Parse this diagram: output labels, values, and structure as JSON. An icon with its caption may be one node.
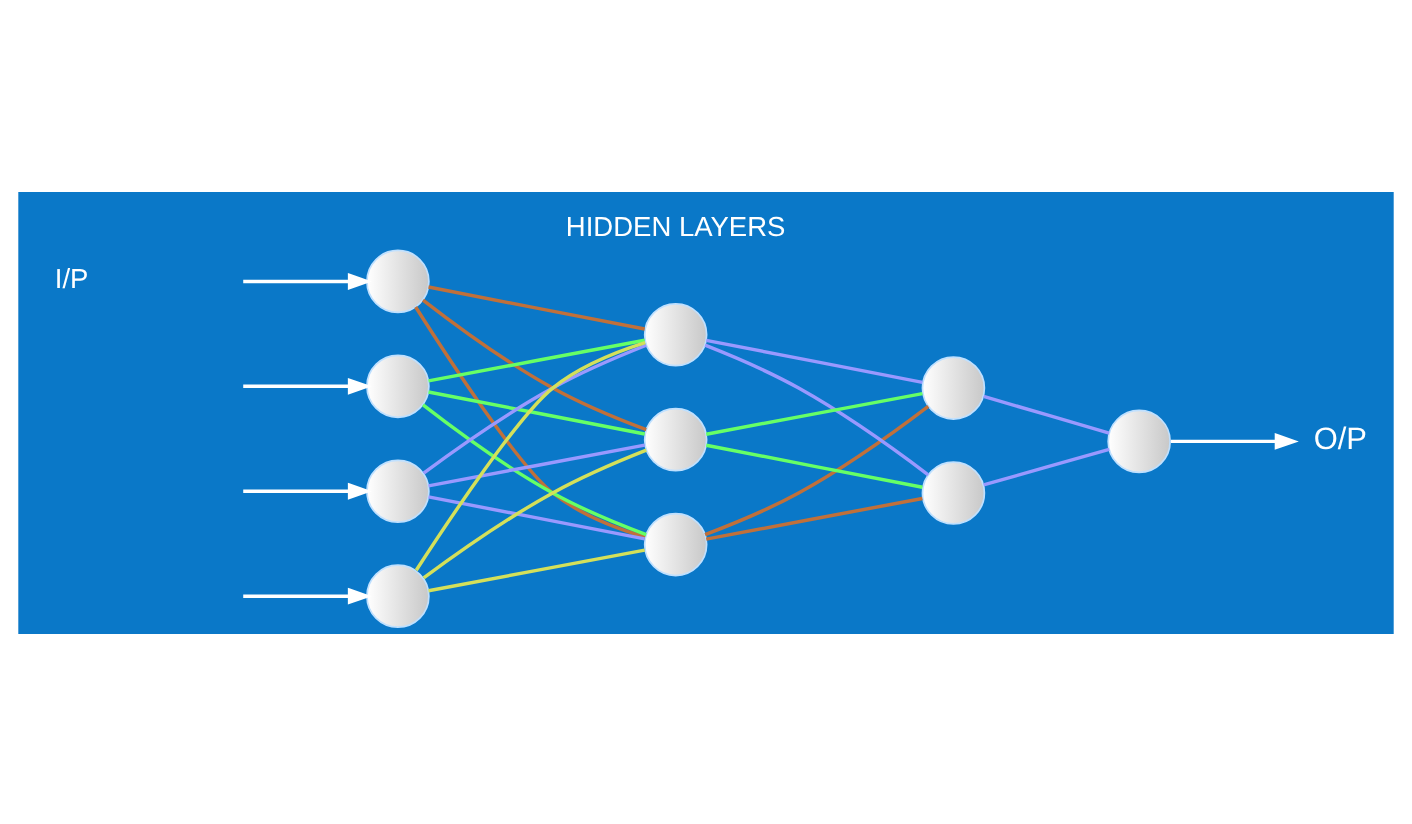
{
  "diagram": {
    "nodes": [
      {
        "text": [],
        "shape": "circle"
      },
      {
        "text": [],
        "shape": "circle"
      },
      {
        "text": [],
        "shape": "circle"
      },
      {
        "text": [],
        "shape": "circle"
      },
      {
        "text": [],
        "shape": "circle"
      },
      {
        "text": [],
        "shape": "circle"
      },
      {
        "text": [],
        "shape": "circle"
      },
      {
        "text": [],
        "shape": "circle"
      },
      {
        "text": [],
        "shape": "circle"
      },
      {
        "text": [],
        "shape": "circle"
      },
      {
        "text": [
          "O/P"
        ]
      }
    ],
    "edges": [
      {
        "from": null,
        "to": 0,
        "arrow": "to",
        "color": "#ffffff"
      },
      {
        "from": null,
        "to": 1,
        "arrow": "to",
        "color": "#ffffff"
      },
      {
        "from": null,
        "to": 2,
        "arrow": "to",
        "color": "#ffffff"
      },
      {
        "from": null,
        "to": 3,
        "arrow": "to",
        "color": "#ffffff"
      },
      {
        "from": 0,
        "to": 4,
        "arrow": "none",
        "color": "#c0703a"
      },
      {
        "from": 0,
        "to": 5,
        "arrow": "none",
        "color": "#c0703a"
      },
      {
        "from": 0,
        "to": 6,
        "arrow": "none",
        "color": "#c0703a"
      },
      {
        "from": 1,
        "to": 4,
        "arrow": "none",
        "color": "#66ff66"
      },
      {
        "from": 1,
        "to": 5,
        "arrow": "none",
        "color": "#66ff66"
      },
      {
        "from": 1,
        "to": 6,
        "arrow": "none",
        "color": "#66ff66"
      },
      {
        "from": 2,
        "to": 4,
        "arrow": "none",
        "color": "#9999ff"
      },
      {
        "from": 2,
        "to": 5,
        "arrow": "none",
        "color": "#9999ff"
      },
      {
        "from": 2,
        "to": 6,
        "arrow": "none",
        "color": "#9999ff"
      },
      {
        "from": 3,
        "to": 4,
        "arrow": "none",
        "color": "#d4e05a"
      },
      {
        "from": 3,
        "to": 5,
        "arrow": "none",
        "color": "#d4e05a"
      },
      {
        "from": 3,
        "to": 6,
        "arrow": "none",
        "color": "#d4e05a"
      },
      {
        "from": 4,
        "to": 7,
        "arrow": "none",
        "color": "#c0703a"
      },
      {
        "from": 4,
        "to": 8,
        "arrow": "none",
        "color": "#c0703a"
      },
      {
        "from": 5,
        "to": 7,
        "arrow": "none",
        "color": "#9999ff"
      },
      {
        "from": 5,
        "to": 8,
        "arrow": "none",
        "color": "#9999ff"
      },
      {
        "from": 6,
        "to": 7,
        "arrow": "none",
        "color": "#66ff66"
      },
      {
        "from": 6,
        "to": 8,
        "arrow": "none",
        "color": "#66ff66"
      },
      {
        "from": 7,
        "to": 9,
        "arrow": "none",
        "color": "#9999ff"
      },
      {
        "from": 8,
        "to": 9,
        "arrow": "none",
        "color": "#9999ff"
      },
      {
        "from": 9,
        "to": 10,
        "arrow": "to",
        "color": "#ffffff"
      }
    ],
    "labels": [
      "HIDDEN LAYERS",
      "I/P"
    ]
  }
}
